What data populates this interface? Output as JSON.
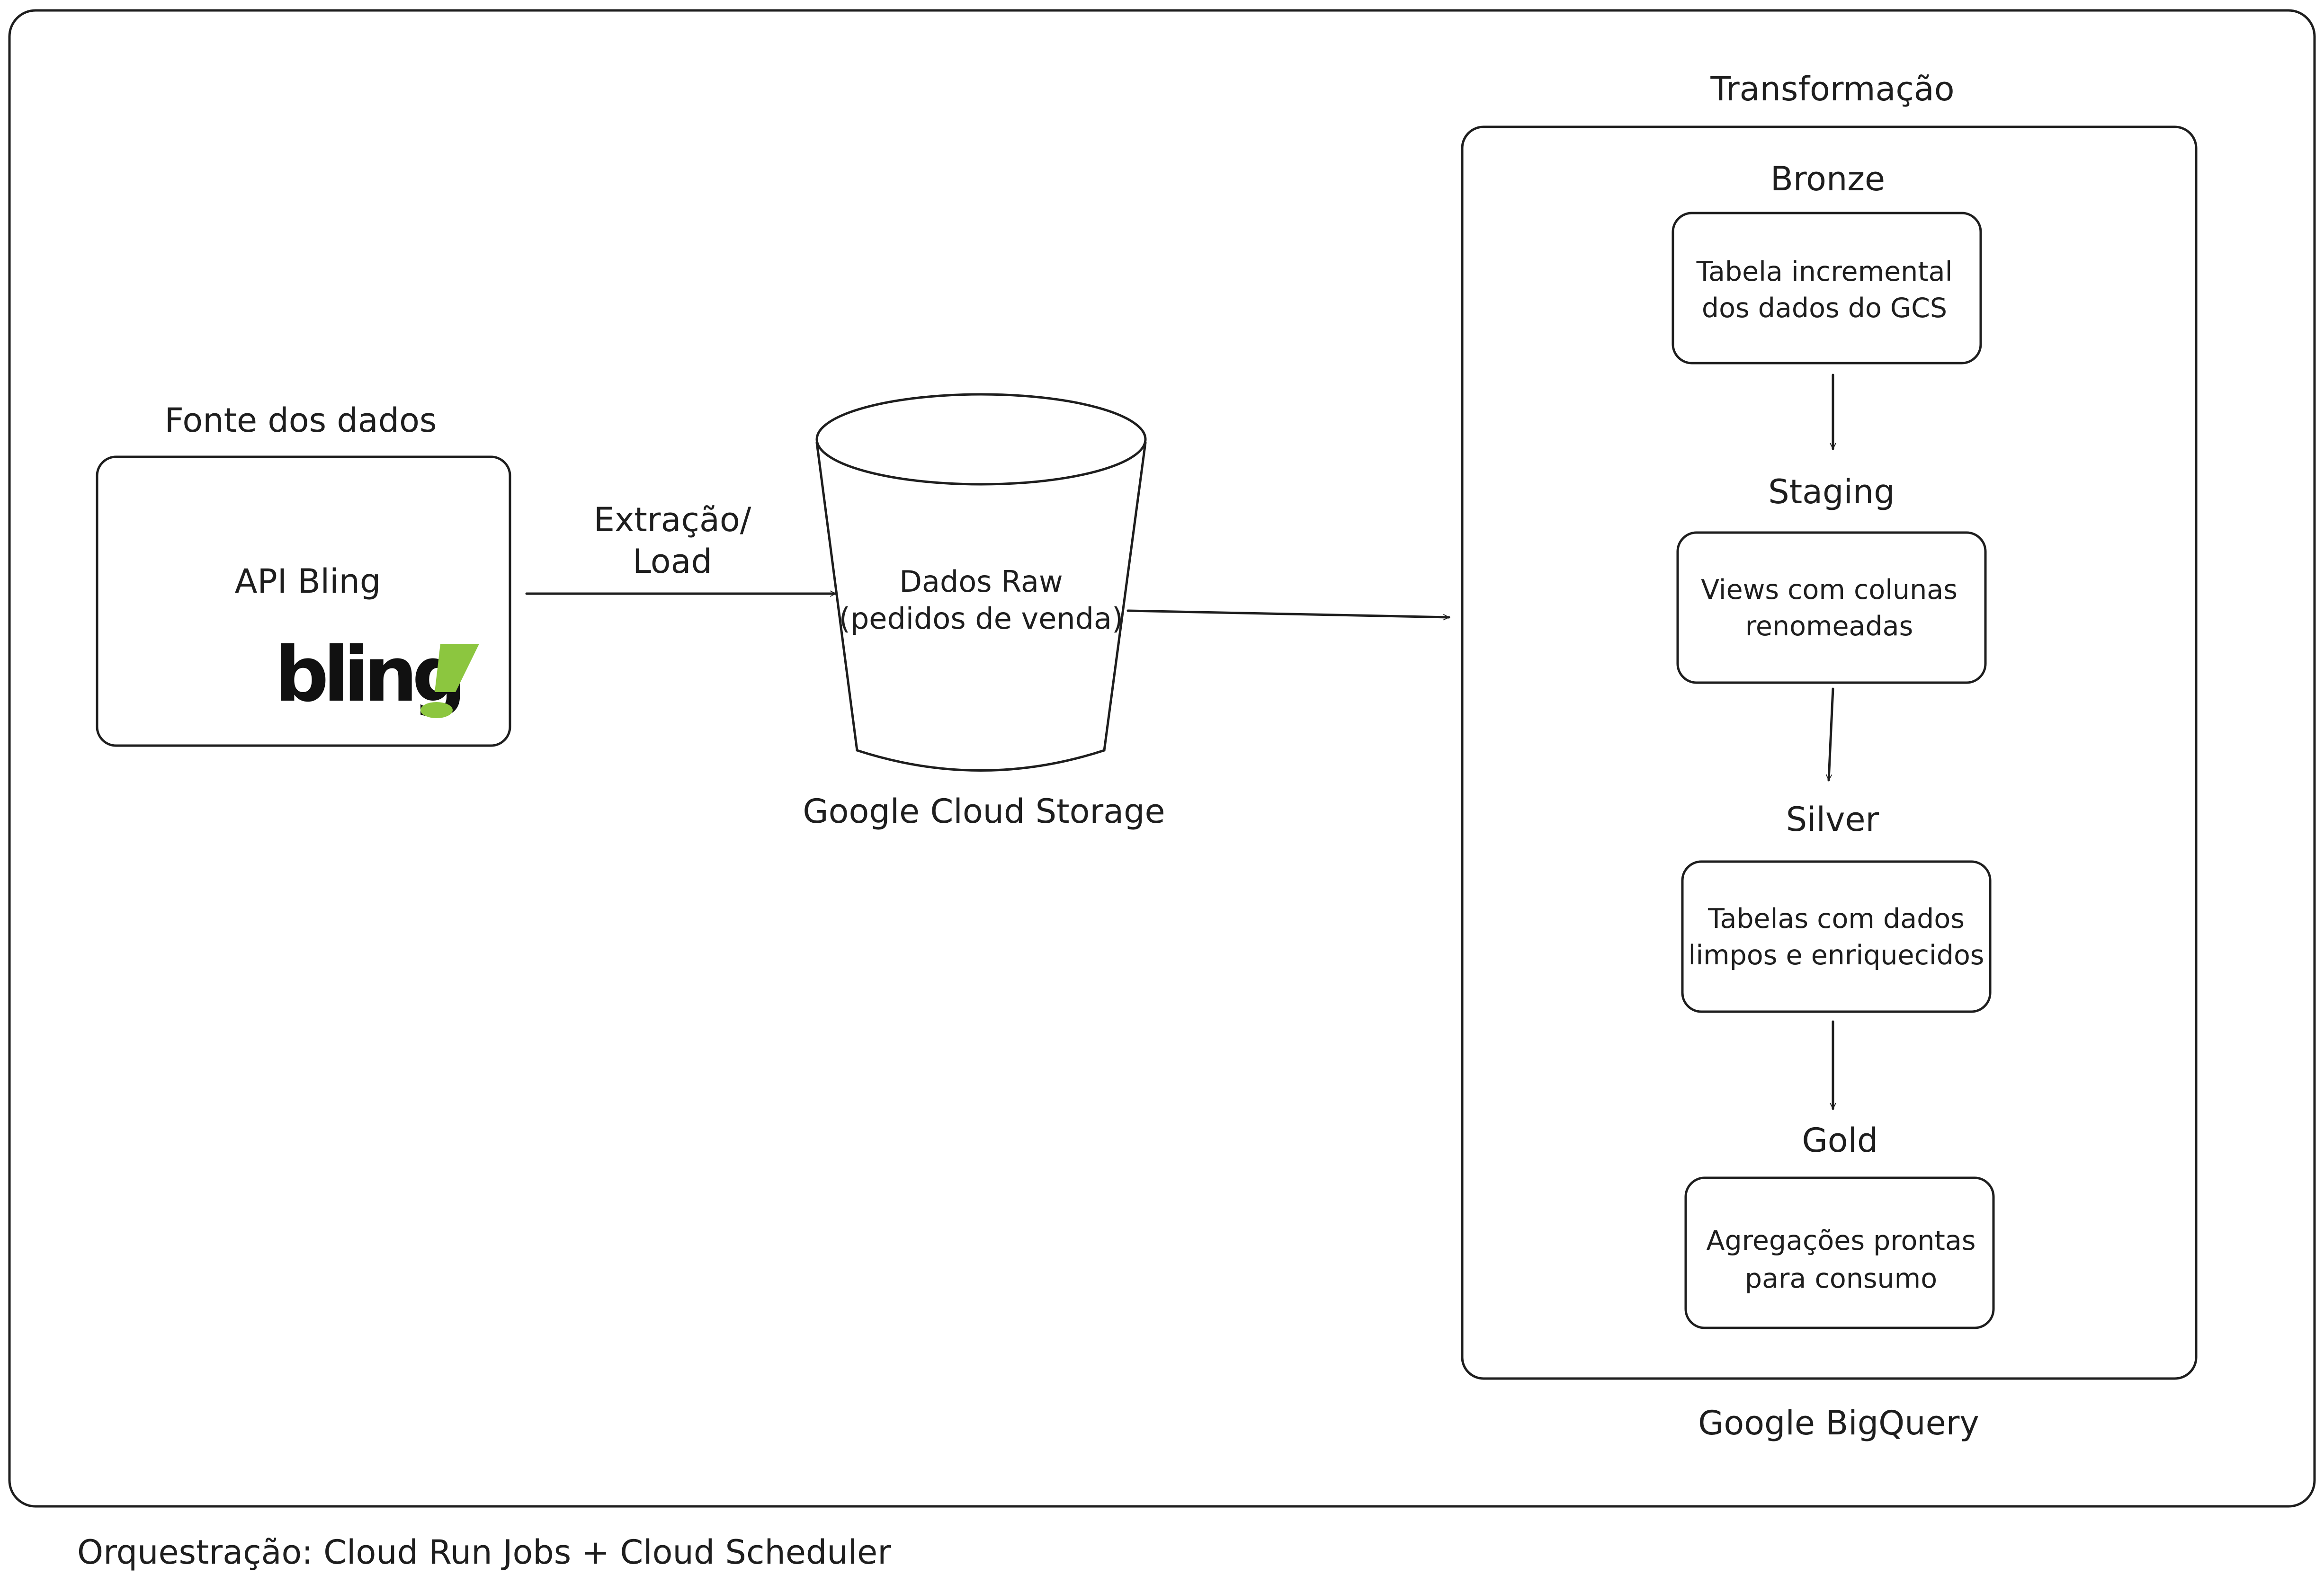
{
  "source": {
    "title": "Fonte dos dados",
    "box_label": "API Bling",
    "logo_text": "bling"
  },
  "extract_label": {
    "line1": "Extração/",
    "line2": "Load"
  },
  "storage": {
    "line1": "Dados Raw",
    "line2": "(pedidos de venda)",
    "caption": "Google Cloud Storage"
  },
  "transformation": {
    "title": "Transformação",
    "caption": "Google BigQuery",
    "layers": [
      {
        "name": "Bronze",
        "line1": "Tabela incremental",
        "line2": "dos dados do GCS"
      },
      {
        "name": "Staging",
        "line1": "Views com colunas",
        "line2": "renomeadas"
      },
      {
        "name": "Silver",
        "line1": "Tabelas com dados",
        "line2": "limpos e enriquecidos"
      },
      {
        "name": "Gold",
        "line1": "Agregações prontas",
        "line2": "para consumo"
      }
    ]
  },
  "footer": "Orquestração: Cloud Run Jobs + Cloud Scheduler",
  "colors": {
    "ink": "#1e1e1e",
    "logo_text": "#111111",
    "logo_accent": "#8cc63f"
  }
}
